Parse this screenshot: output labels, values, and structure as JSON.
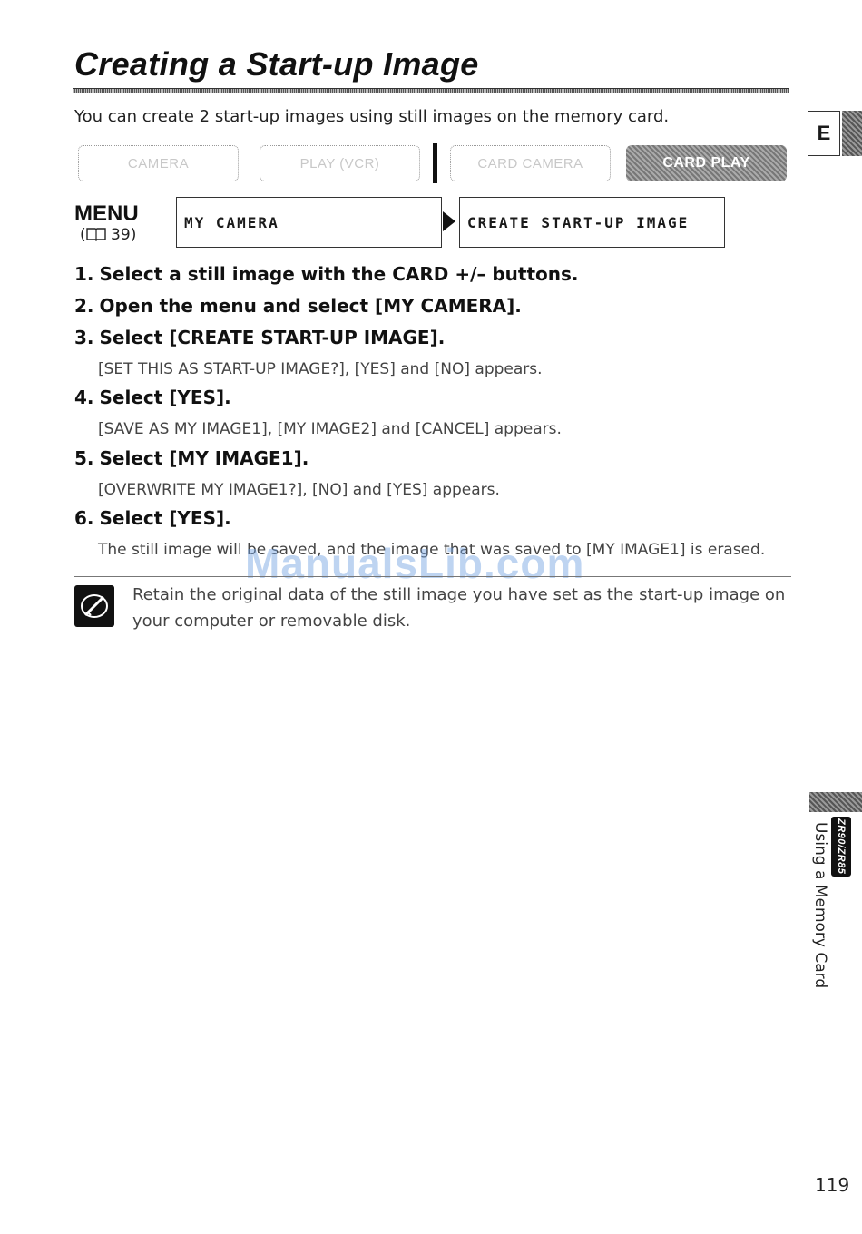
{
  "title": "Creating a Start-up Image",
  "intro": "You can create 2 start-up images using still images on the memory card.",
  "language_tab": "E",
  "modes": [
    {
      "label": "CAMERA",
      "active": false
    },
    {
      "label": "PLAY (VCR)",
      "active": false
    },
    {
      "label": "CARD CAMERA",
      "active": false
    },
    {
      "label": "CARD PLAY",
      "active": true
    }
  ],
  "menu": {
    "label": "MENU",
    "ref": "(  39)",
    "ref_num": "39",
    "path": [
      "MY CAMERA",
      "CREATE START-UP IMAGE"
    ]
  },
  "steps": [
    {
      "num": "1.",
      "text": "Select a still image with the CARD +/– buttons.",
      "note": ""
    },
    {
      "num": "2.",
      "text": "Open the menu and select [MY CAMERA].",
      "note": ""
    },
    {
      "num": "3.",
      "text": "Select [CREATE START-UP IMAGE].",
      "note": "[SET THIS AS START-UP IMAGE?], [YES] and [NO] appears."
    },
    {
      "num": "4.",
      "text": "Select [YES].",
      "note": "[SAVE AS MY IMAGE1], [MY IMAGE2] and [CANCEL] appears."
    },
    {
      "num": "5.",
      "text": "Select [MY IMAGE1].",
      "note": "[OVERWRITE MY IMAGE1?], [NO] and [YES] appears."
    },
    {
      "num": "6.",
      "text": "Select [YES].",
      "note": "The still image will be saved, and the image that was saved to [MY IMAGE1] is erased."
    }
  ],
  "note": "Retain the original data of the still image you have set as the start-up image on your computer or removable disk.",
  "watermark": "ManualsLib.com",
  "side": {
    "badge": "ZR90/ZR85",
    "section": "Using a Memory Card"
  },
  "page_number": "119"
}
